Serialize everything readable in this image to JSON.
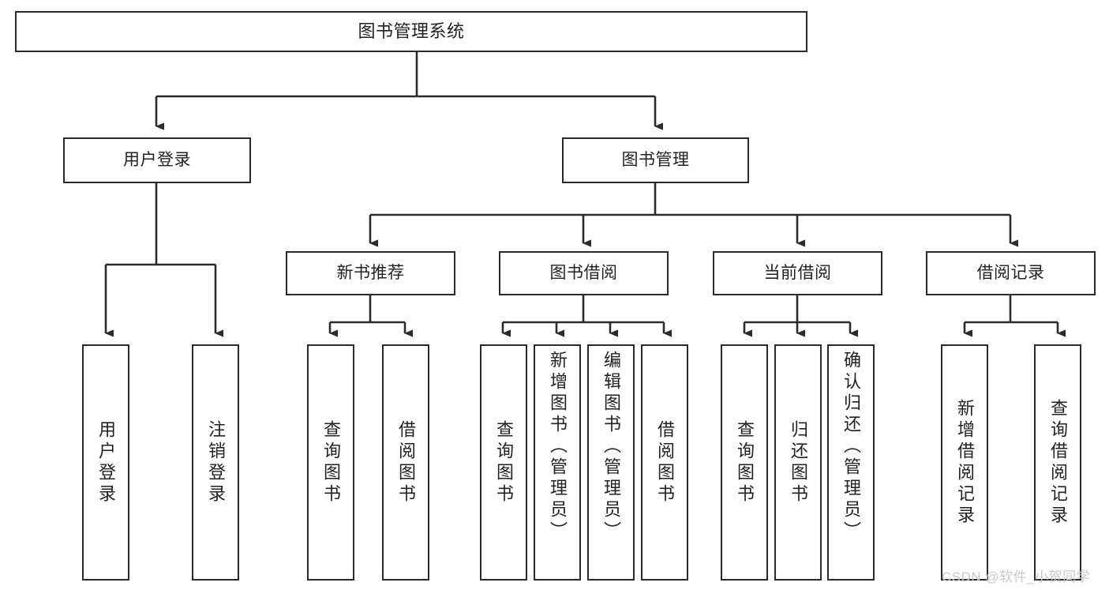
{
  "diagram": {
    "title": "图书管理系统",
    "type": "hierarchy-tree",
    "colors": {
      "stroke": "#2b2b2b",
      "fill": "#ffffff",
      "text": "#222222",
      "watermark": "#c9c9c9"
    },
    "levels": {
      "root": {
        "label": "图书管理系统"
      },
      "level2": [
        {
          "label": "用户登录"
        },
        {
          "label": "图书管理"
        }
      ],
      "level3": [
        {
          "label": "新书推荐"
        },
        {
          "label": "图书借阅"
        },
        {
          "label": "当前借阅"
        },
        {
          "label": "借阅记录"
        }
      ],
      "leaves": [
        {
          "label": "用户登录",
          "parent": "用户登录"
        },
        {
          "label": "注销登录",
          "parent": "用户登录"
        },
        {
          "label": "查询图书",
          "parent": "新书推荐"
        },
        {
          "label": "借阅图书",
          "parent": "新书推荐"
        },
        {
          "label": "查询图书",
          "parent": "图书借阅"
        },
        {
          "label": "新增图书（管理员）",
          "parent": "图书借阅"
        },
        {
          "label": "编辑图书（管理员）",
          "parent": "图书借阅"
        },
        {
          "label": "借阅图书",
          "parent": "图书借阅"
        },
        {
          "label": "查询图书",
          "parent": "当前借阅"
        },
        {
          "label": "归还图书",
          "parent": "当前借阅"
        },
        {
          "label": "确认归还（管理员）",
          "parent": "当前借阅"
        },
        {
          "label": "新增借阅记录",
          "parent": "借阅记录"
        },
        {
          "label": "查询借阅记录",
          "parent": "借阅记录"
        }
      ]
    }
  },
  "watermark": {
    "text": "CSDN @软件_小贺同学"
  }
}
